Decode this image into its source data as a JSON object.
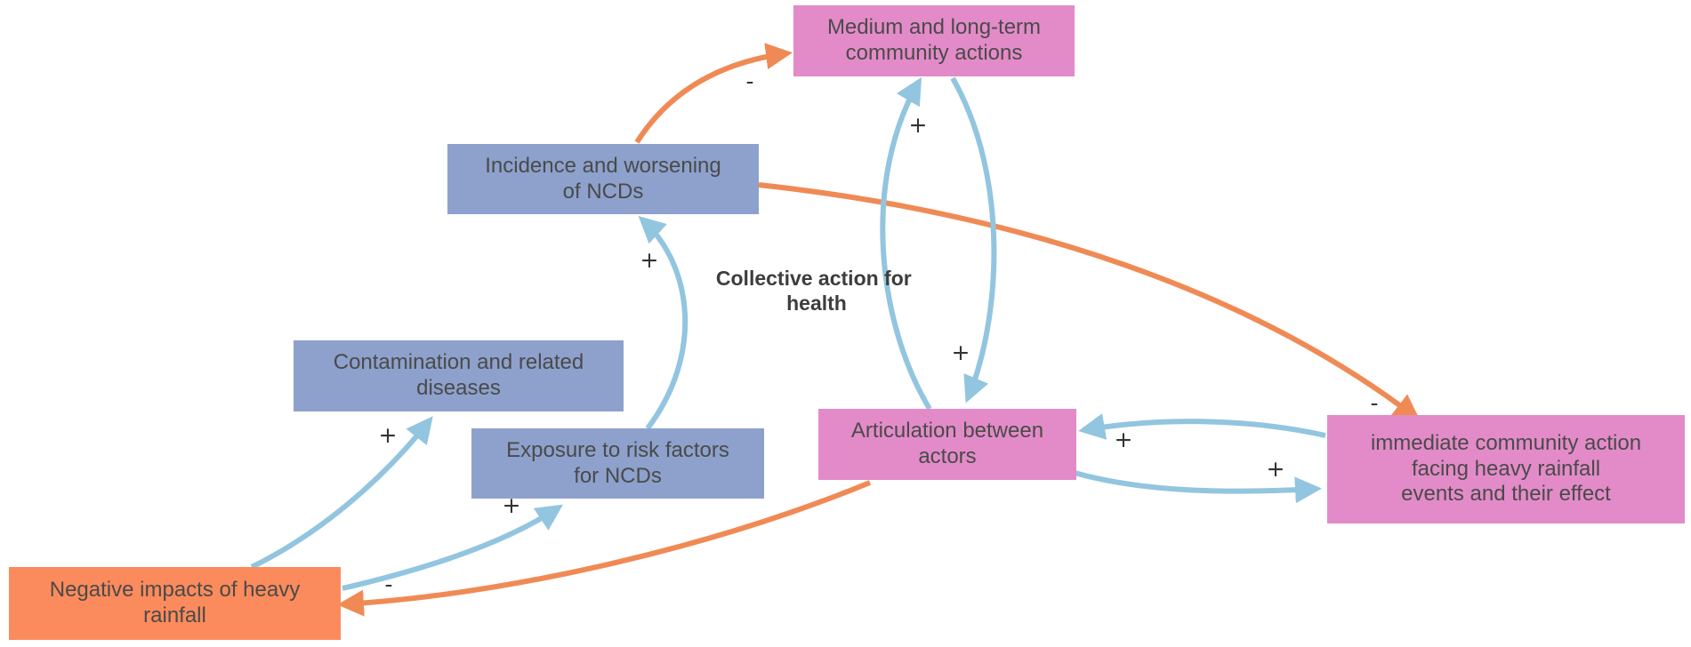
{
  "colors": {
    "node_blue": "#8da1cc",
    "node_pink": "#e38bc8",
    "node_orange": "#fb8b5c",
    "link_positive": "#92c5df",
    "link_negative": "#f08a55"
  },
  "diagram": {
    "title_lines": [
      "Collective action for",
      "health"
    ],
    "nodes": {
      "medium_long_term": "Medium and long-term\ncommunity actions",
      "ncd_incidence": "Incidence and worsening\nof NCDs",
      "contamination": "Contamination and related\ndiseases",
      "exposure": "Exposure to risk factors\nfor NCDs",
      "articulation": "Articulation between\nactors",
      "immediate_action": "immediate community action\nfacing heavy rainfall\nevents and their effect",
      "negative_impacts": "Negative impacts of heavy\nrainfall"
    },
    "links": [
      {
        "id": "ncd-to-medium",
        "from": "Incidence and worsening of NCDs",
        "to": "Medium and long-term community actions",
        "polarity": "-"
      },
      {
        "id": "articulation-to-medium",
        "from": "Articulation between actors",
        "to": "Medium and long-term community actions",
        "polarity": "+"
      },
      {
        "id": "medium-to-articulation",
        "from": "Medium and long-term community actions",
        "to": "Articulation between actors",
        "polarity": "+"
      },
      {
        "id": "ncd-to-immediate",
        "from": "Incidence and worsening of NCDs",
        "to": "immediate community action facing heavy rainfall events and their effect",
        "polarity": "-"
      },
      {
        "id": "immediate-to-articulation",
        "from": "immediate community action facing heavy rainfall events and their effect",
        "to": "Articulation between actors",
        "polarity": "+"
      },
      {
        "id": "articulation-to-immediate",
        "from": "Articulation between actors",
        "to": "immediate community action facing heavy rainfall events and their effect",
        "polarity": "+"
      },
      {
        "id": "exposure-to-ncd",
        "from": "Exposure to risk factors for NCDs",
        "to": "Incidence and worsening of NCDs",
        "polarity": "+"
      },
      {
        "id": "impacts-to-contamination",
        "from": "Negative impacts of heavy rainfall",
        "to": "Contamination and related diseases",
        "polarity": "+"
      },
      {
        "id": "impacts-to-exposure",
        "from": "Negative impacts of heavy rainfall",
        "to": "Exposure to risk factors for NCDs",
        "polarity": "+"
      },
      {
        "id": "articulation-to-impacts",
        "from": "Articulation between actors",
        "to": "Negative impacts of heavy rainfall",
        "polarity": "-"
      }
    ]
  }
}
